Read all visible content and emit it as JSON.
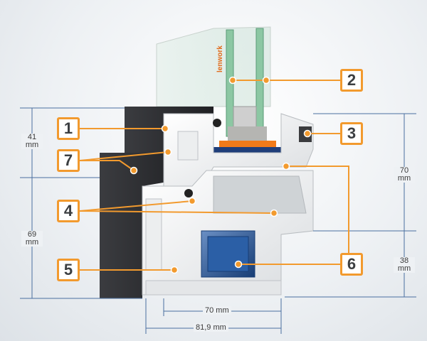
{
  "callouts": [
    {
      "number": "1"
    },
    {
      "number": "2"
    },
    {
      "number": "3"
    },
    {
      "number": "4"
    },
    {
      "number": "5"
    },
    {
      "number": "6"
    },
    {
      "number": "7"
    }
  ],
  "brand_text": "lenwork",
  "dimensions": {
    "left_upper": {
      "value": "41",
      "unit": "mm"
    },
    "left_lower": {
      "value": "69",
      "unit": "mm"
    },
    "right_upper": {
      "value": "70",
      "unit": "mm"
    },
    "right_lower": {
      "value": "38",
      "unit": "mm"
    },
    "bottom_inner": "70 mm",
    "bottom_outer": "81,9 mm"
  },
  "colors": {
    "accent": "#f29a2e",
    "profile_dark": "#2f3033",
    "pvc": "#f2f2f2",
    "steel": "#1e4f8f",
    "glass": "#7fbf9a"
  }
}
